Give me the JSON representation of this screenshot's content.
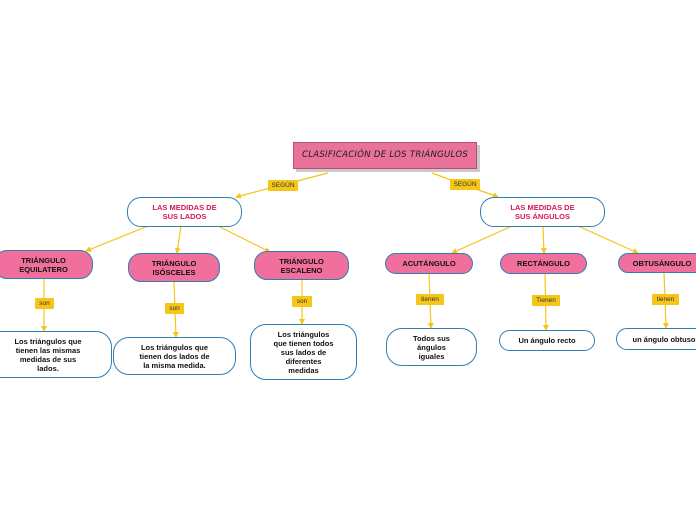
{
  "root": "CLASIFICACIÓN DE LOS TRIÁNGULOS",
  "connectors": {
    "segun": "SEGÚN",
    "son": "son",
    "tienen_lower": "tienen",
    "tienen_upper": "Tienen"
  },
  "branches": {
    "sides": {
      "label": "LAS MEDIDAS DE\nSUS LADOS",
      "types": [
        {
          "label": "TRIÁNGULO\nEQUILATERO",
          "connector": "son",
          "description": "Los triángulos que\ntienen las mismas\nmedidas de sus\nlados."
        },
        {
          "label": "TRIÁNGULO\nISÓSCELES",
          "connector": "son",
          "description": "Los triángulos que\ntienen dos lados de\nla misma medida."
        },
        {
          "label": "TRIÁNGULO\nESCALENO",
          "connector": "son",
          "description": "Los triángulos\nque tienen todos\nsus lados de\ndiferentes\nmedidas"
        }
      ]
    },
    "angles": {
      "label": "LAS MEDIDAS DE\nSUS ÁNGULOS",
      "types": [
        {
          "label": "ACUTÁNGULO",
          "connector": "tienen",
          "description": "Todos sus\nángulos\niguales"
        },
        {
          "label": "RECTÁNGULO",
          "connector": "Tienen",
          "description": "Un ángulo recto"
        },
        {
          "label": "OBTUSÁNGULO",
          "connector": "tienen",
          "description": "un ángulo obtuso"
        }
      ]
    }
  },
  "colors": {
    "root_fill": "#e8729a",
    "type_fill": "#f06f9c",
    "node_border": "#2f7fb3",
    "criterion_text": "#d6165c",
    "connector_line": "#f5c518",
    "connector_tag": "#f5c518"
  }
}
